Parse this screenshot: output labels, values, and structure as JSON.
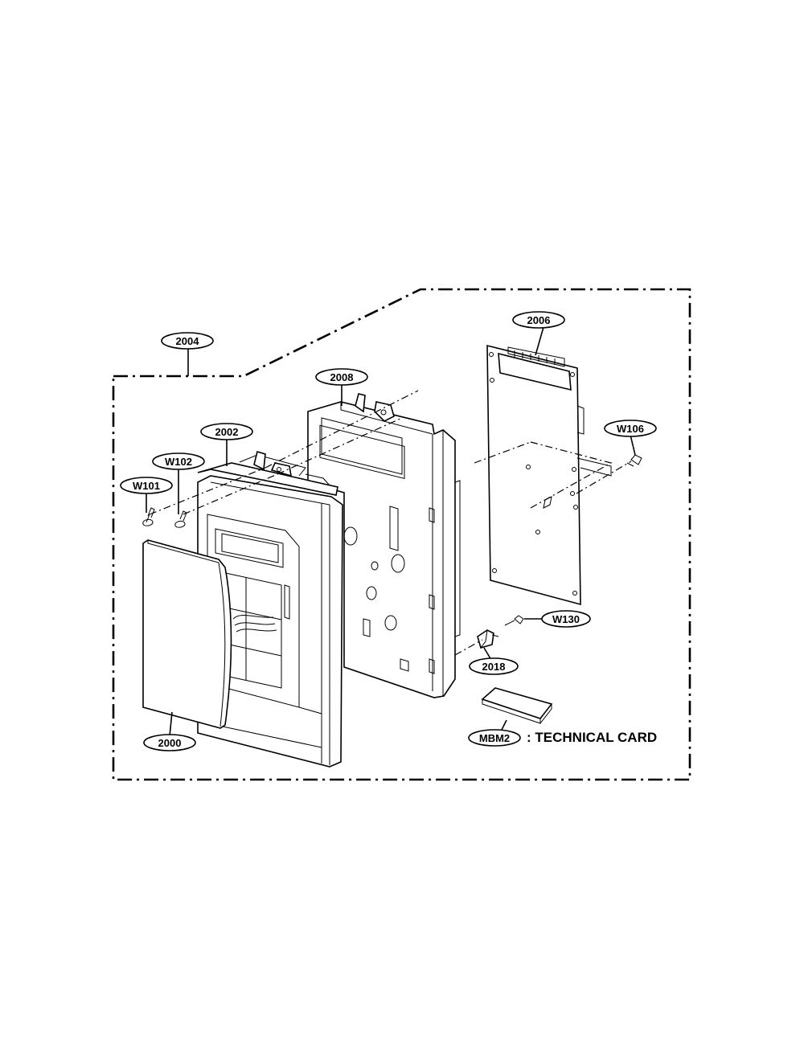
{
  "callouts": {
    "c2004": "2004",
    "c2006": "2006",
    "c2008": "2008",
    "c2002": "2002",
    "cW102": "W102",
    "cW101": "W101",
    "cW106": "W106",
    "cW130": "W130",
    "c2018": "2018",
    "c2000": "2000",
    "cMBM2": "MBM2"
  },
  "caption": ": TECHNICAL CARD"
}
